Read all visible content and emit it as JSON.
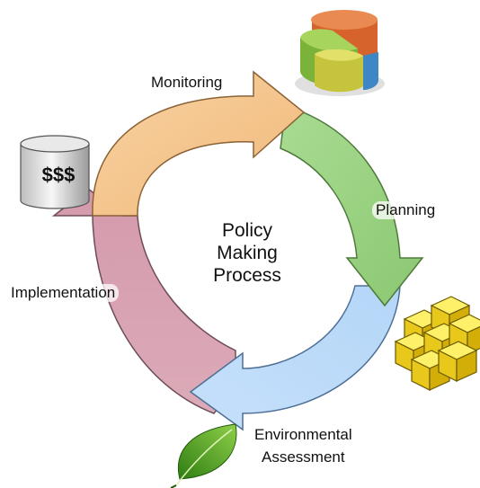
{
  "center": {
    "line1": "Policy",
    "line2": "Making",
    "line3": "Process"
  },
  "stages": [
    {
      "label": "Monitoring",
      "color": "#f4c48a"
    },
    {
      "label": "Planning",
      "color": "#9fd48a"
    },
    {
      "label": "Environmental",
      "label2": "Assessment",
      "color": "#b8d8f8"
    },
    {
      "label": "Implementation",
      "color": "#d8a4b4"
    }
  ],
  "icons": {
    "chart": "3d-pie-chart-icon",
    "money": {
      "name": "money-cylinder-icon",
      "text": "$$$"
    },
    "cubes": "yellow-cubes-icon",
    "leaf": "green-leaf-icon"
  }
}
